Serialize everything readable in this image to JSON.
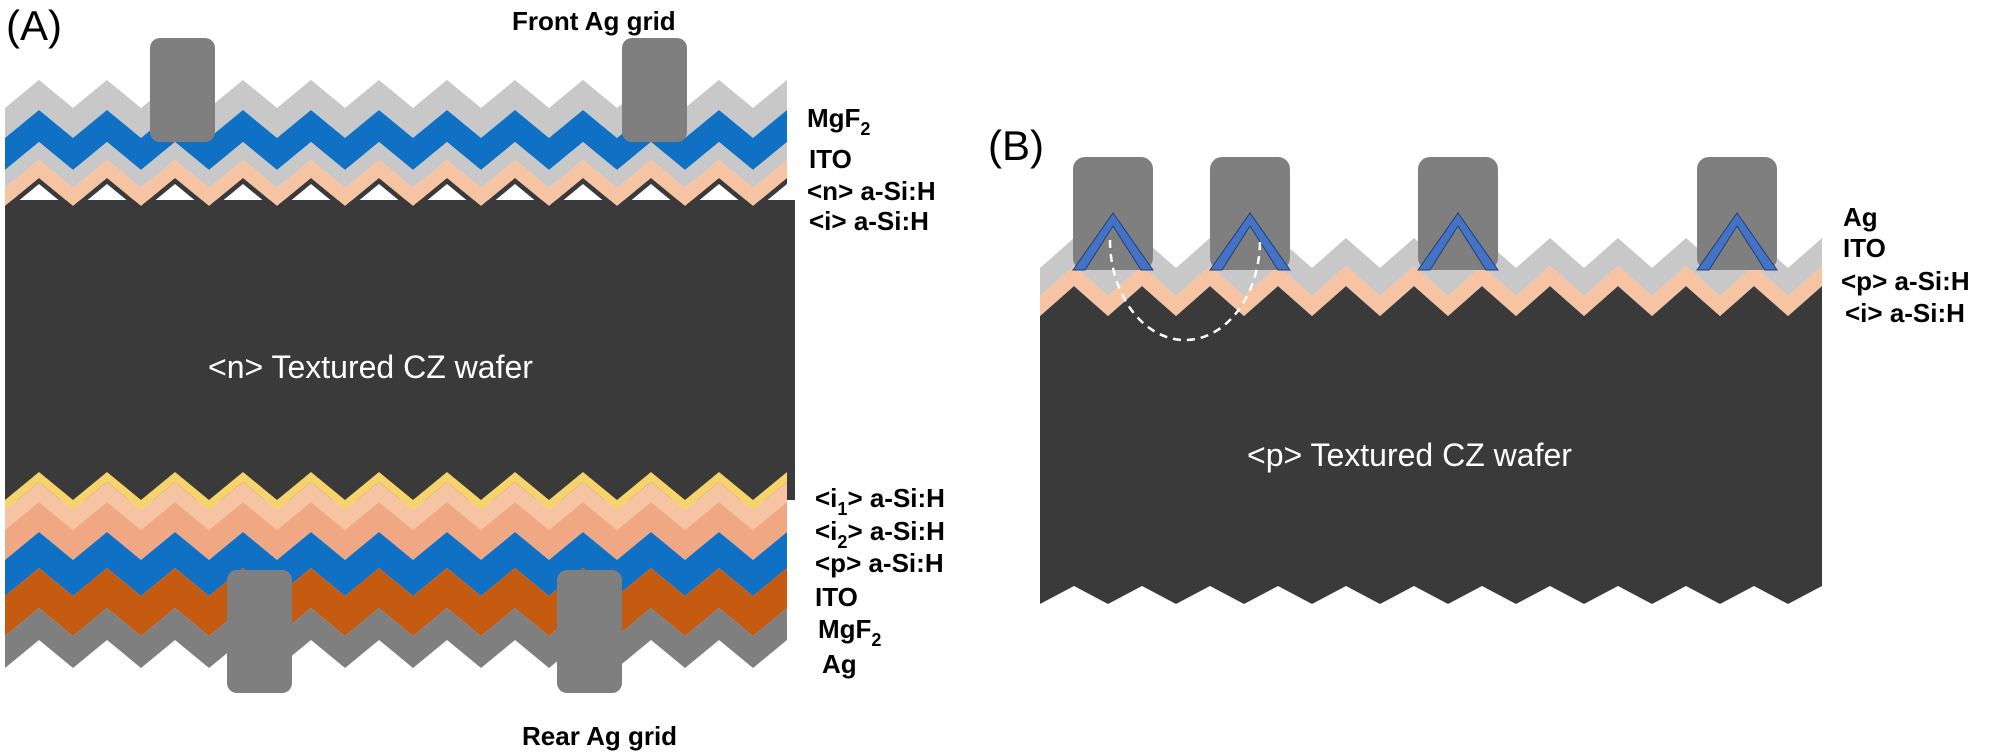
{
  "colors": {
    "wafer": "#3a3a3a",
    "mgf2_front": "#c8c8c8",
    "ito": "#1070c4",
    "n_asi": "#c8c8c8",
    "i_asi": "#f6c3a3",
    "i1_asi": "#f7d36b",
    "i2_asi": "#f6c3a3",
    "p_asi": "#f0a784",
    "ito_rear": "#1070c4",
    "mgf2_rear": "#c55a11",
    "ag_rear": "#7f7f7f",
    "grid": "#7f7f7f",
    "b_ag_contact": "#4472c4",
    "b_ito": "#c8c8c8",
    "b_p": "#c8c8c8",
    "b_i": "#f6c3a3"
  },
  "panel_a": {
    "letter": "(A)",
    "front_grid_label": "Front Ag grid",
    "rear_grid_label": "Rear Ag grid",
    "wafer_label": "<n> Textured CZ wafer",
    "front_layers": {
      "mgf2": {
        "base": "MgF",
        "sub": "2"
      },
      "ito": "ITO",
      "n": "<n> a-Si:H",
      "i": "<i> a-Si:H"
    },
    "rear_layers": {
      "i1": {
        "pre": "<i",
        "sub": "1",
        "post": "> a-Si:H"
      },
      "i2": {
        "pre": "<i",
        "sub": "2",
        "post": "> a-Si:H"
      },
      "p": "<p> a-Si:H",
      "ito": "ITO",
      "mgf2": {
        "base": "MgF",
        "sub": "2"
      },
      "ag": "Ag"
    }
  },
  "panel_b": {
    "letter": "(B)",
    "wafer_label": "<p> Textured CZ wafer",
    "layers": {
      "ag": "Ag",
      "ito": "ITO",
      "p": "<p> a-Si:H",
      "i": "<i> a-Si:H"
    }
  }
}
